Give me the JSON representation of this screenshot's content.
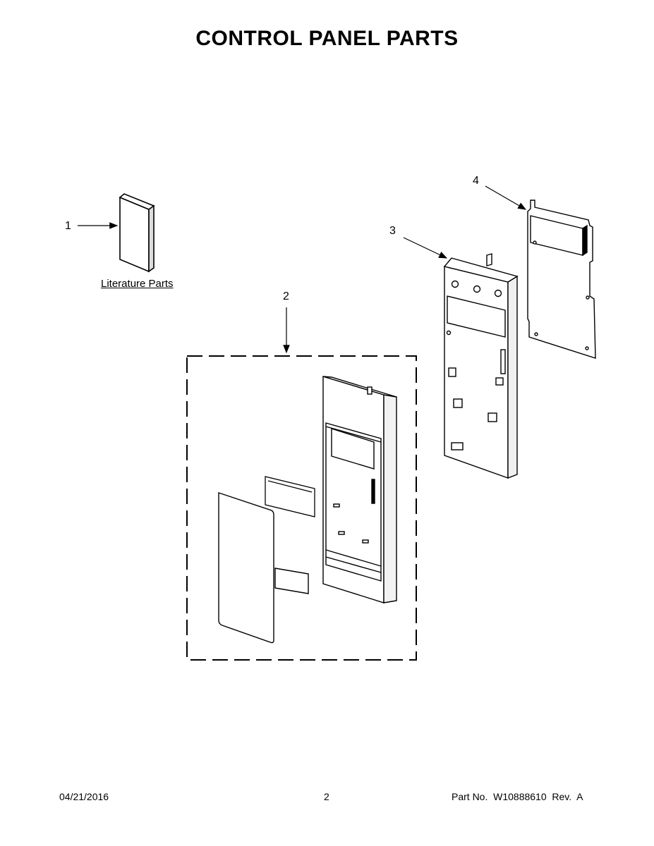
{
  "header": {
    "title": "CONTROL PANEL PARTS"
  },
  "callouts": {
    "c1": "1",
    "c2": "2",
    "c3": "3",
    "c4": "4"
  },
  "literature": {
    "label": "Literature Parts"
  },
  "footer": {
    "date": "04/21/2016",
    "page_number": "2",
    "part_no": "Part No.  W10888610  Rev.  A"
  }
}
